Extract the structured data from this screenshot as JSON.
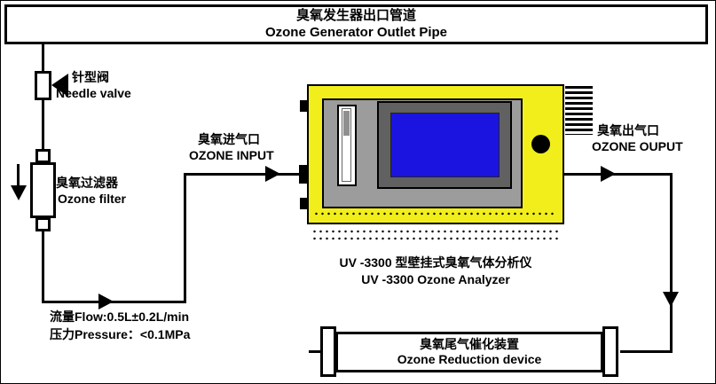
{
  "top_pipe": {
    "label_zh": "臭氧发生器出口管道",
    "label_en": "Ozone Generator Outlet Pipe"
  },
  "needle_valve": {
    "label_zh": "针型阀",
    "label_en": "Needle valve"
  },
  "ozone_filter": {
    "label_zh": "臭氧过滤器",
    "label_en": "Ozone filter"
  },
  "ozone_input": {
    "label_zh": "臭氧进气口",
    "label_en": "OZONE INPUT"
  },
  "ozone_output": {
    "label_zh": "臭氧出气口",
    "label_en": "OZONE OUPUT"
  },
  "analyzer": {
    "label_zh": "UV -3300 型壁挂式臭氧气体分析仪",
    "label_en": "UV -3300 Ozone Analyzer"
  },
  "specs": {
    "flow": "流量Flow:0.5L±0.2L/min",
    "pressure": "压力Pressure：<0.1MPa"
  },
  "reduction_device": {
    "label_zh": "臭氧尾气催化装置",
    "label_en": "Ozone Reduction device"
  },
  "colors": {
    "analyzer_body": "#f2ee1b",
    "panel_gray": "#9c9c9c",
    "screen_frame": "#616161",
    "screen_blue": "#1b14e0",
    "line_black": "#000000"
  }
}
